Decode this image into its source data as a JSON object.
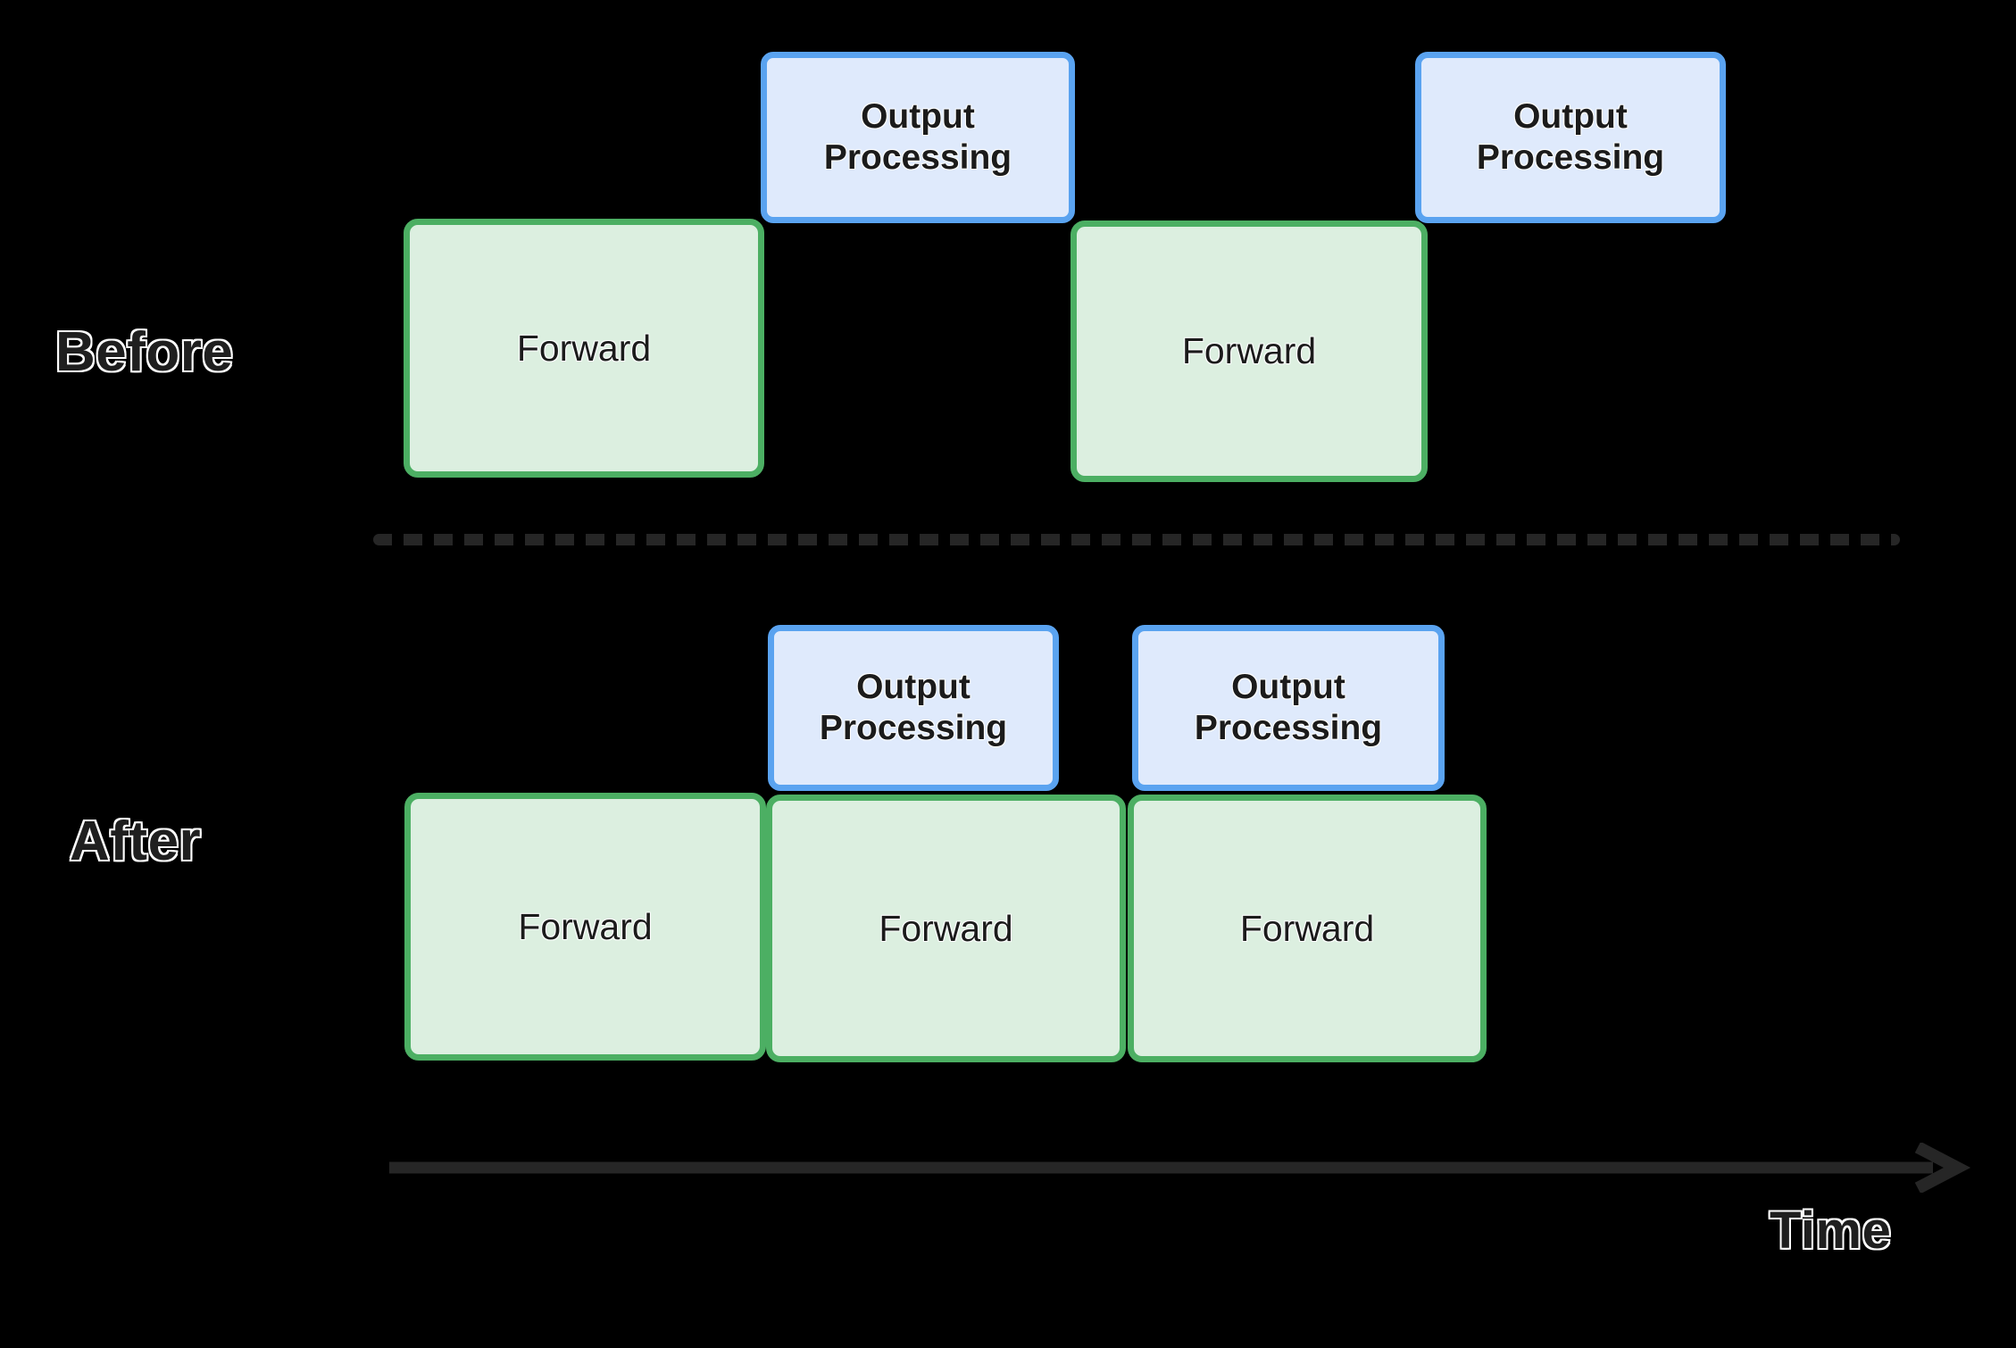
{
  "diagram": {
    "background_color": "#000000",
    "rows": [
      {
        "id": "before",
        "label": "Before",
        "forward_boxes": [
          {
            "label": "Forward"
          },
          {
            "label": "Forward"
          }
        ],
        "output_boxes": [
          {
            "label_line1": "Output",
            "label_line2": "Processing"
          },
          {
            "label_line1": "Output",
            "label_line2": "Processing"
          }
        ]
      },
      {
        "id": "after",
        "label": "After",
        "forward_boxes": [
          {
            "label": "Forward"
          },
          {
            "label": "Forward"
          },
          {
            "label": "Forward"
          }
        ],
        "output_boxes": [
          {
            "label_line1": "Output",
            "label_line2": "Processing"
          },
          {
            "label_line1": "Output",
            "label_line2": "Processing"
          }
        ]
      }
    ],
    "axis": {
      "label": "Time",
      "direction": "left-to-right"
    },
    "colors": {
      "forward_fill": "#dcefe0",
      "forward_border": "#4caf63",
      "output_fill": "#dfeafc",
      "output_border": "#5aa3f0",
      "divider": "#262626",
      "arrow": "#262626",
      "label_text": "#1f1f1f",
      "label_outline": "#ffffff"
    }
  }
}
